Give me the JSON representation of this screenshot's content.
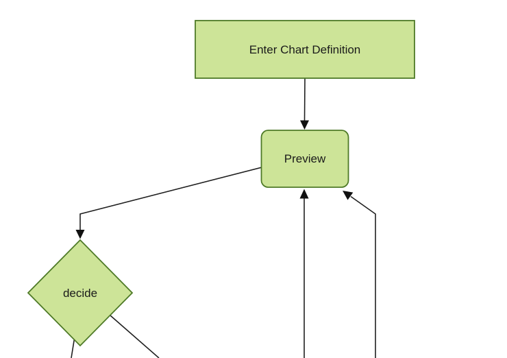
{
  "diagram": {
    "type": "flowchart",
    "direction": "top-down",
    "nodes": [
      {
        "id": "enter-chart-definition",
        "label": "Enter Chart Definition",
        "shape": "rectangle"
      },
      {
        "id": "preview",
        "label": "Preview",
        "shape": "rounded-rectangle"
      },
      {
        "id": "decide",
        "label": "decide",
        "shape": "diamond"
      }
    ],
    "edges": [
      {
        "from": "enter-chart-definition",
        "to": "preview",
        "arrowhead": "down"
      },
      {
        "from": "preview",
        "to": "decide",
        "arrowhead": "down"
      },
      {
        "from": "offscreen-bottom",
        "to": "preview",
        "arrowhead": "up"
      },
      {
        "from": "offscreen-bottom-right",
        "to": "preview",
        "arrowhead": "up-left"
      },
      {
        "from": "decide",
        "to": "offscreen-bottom-left",
        "arrowhead": "none-visible"
      },
      {
        "from": "decide",
        "to": "offscreen-bottom-right",
        "arrowhead": "none-visible"
      }
    ]
  },
  "colors": {
    "background": "#ffffff",
    "node_fill": "#cde498",
    "node_stroke": "#4e7a27",
    "edge_stroke": "#1f1f1f",
    "arrowhead_fill": "#111111",
    "text": "#1a1a1a"
  }
}
